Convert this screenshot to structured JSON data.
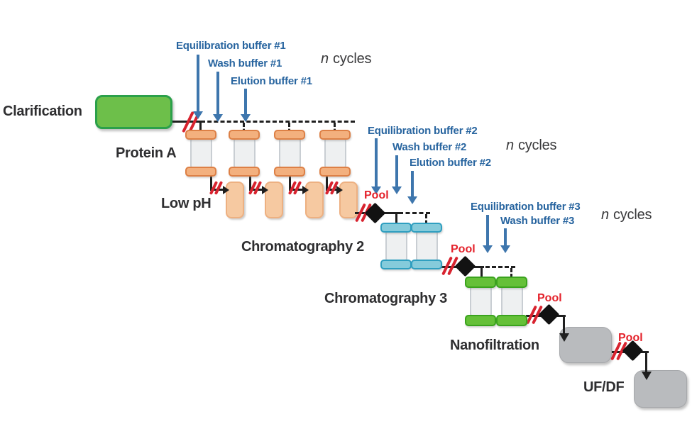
{
  "figure_type": "downstream-purification-process-flow",
  "stages": {
    "clarification": {
      "label": "Clarification"
    },
    "protein_a": {
      "label": "Protein A",
      "columns": 4
    },
    "low_ph": {
      "label": "Low pH",
      "units": 4
    },
    "chromatography_2": {
      "label": "Chromatography 2",
      "columns": 2
    },
    "chromatography_3": {
      "label": "Chromatography 3",
      "columns": 2
    },
    "nanofiltration": {
      "label": "Nanofiltration"
    },
    "uf_df": {
      "label": "UF/DF"
    }
  },
  "buffer_groups": [
    {
      "lines": [
        "Equilibration buffer #1",
        "Wash buffer #1",
        "Elution buffer #1"
      ]
    },
    {
      "lines": [
        "Equilibration buffer #2",
        "Wash buffer #2",
        "Elution buffer #2"
      ]
    },
    {
      "lines": [
        "Equilibration buffer #3",
        "Wash buffer #3"
      ]
    }
  ],
  "cycles": {
    "n": "n",
    "word": "cycles"
  },
  "pool_label": "Pool",
  "colors": {
    "clarification_fill": "#6dbf4a",
    "clarification_border": "#2ba04a",
    "protein_a_cap_fill": "#f3b07e",
    "protein_a_cap_border": "#dd8046",
    "low_ph_fill": "#f6c9a1",
    "chromatography_2_cap_fill": "#85cbdb",
    "chromatography_2_cap_border": "#2f9fc0",
    "chromatography_3_cap_fill": "#65c038",
    "chromatography_3_cap_border": "#3aa31d",
    "gray_box_fill": "#b9bbbe",
    "column_body_fill": "#eef0f1",
    "buffer_text": "#27649f",
    "buffer_arrow": "#3e76ad",
    "pool_text": "#e4222b",
    "break_mark": "#d8232f",
    "flow_line": "#1f1f1f"
  }
}
